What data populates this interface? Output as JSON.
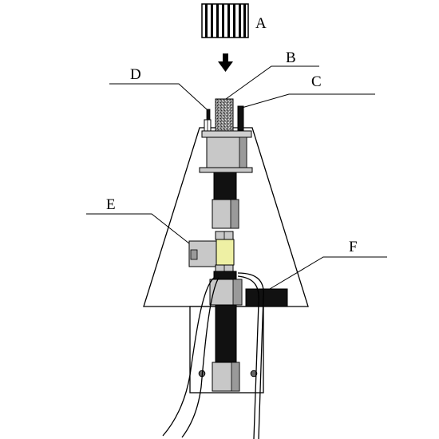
{
  "labels": {
    "a": "A",
    "b": "B",
    "c": "C",
    "d": "D",
    "e": "E",
    "f": "F"
  },
  "colors": {
    "line": "#000000",
    "body_gray": "#c8c8c8",
    "dark_gray": "#9a9a9a",
    "black_part": "#111111",
    "yellow_part": "#eef0a4",
    "background": "#ffffff"
  }
}
